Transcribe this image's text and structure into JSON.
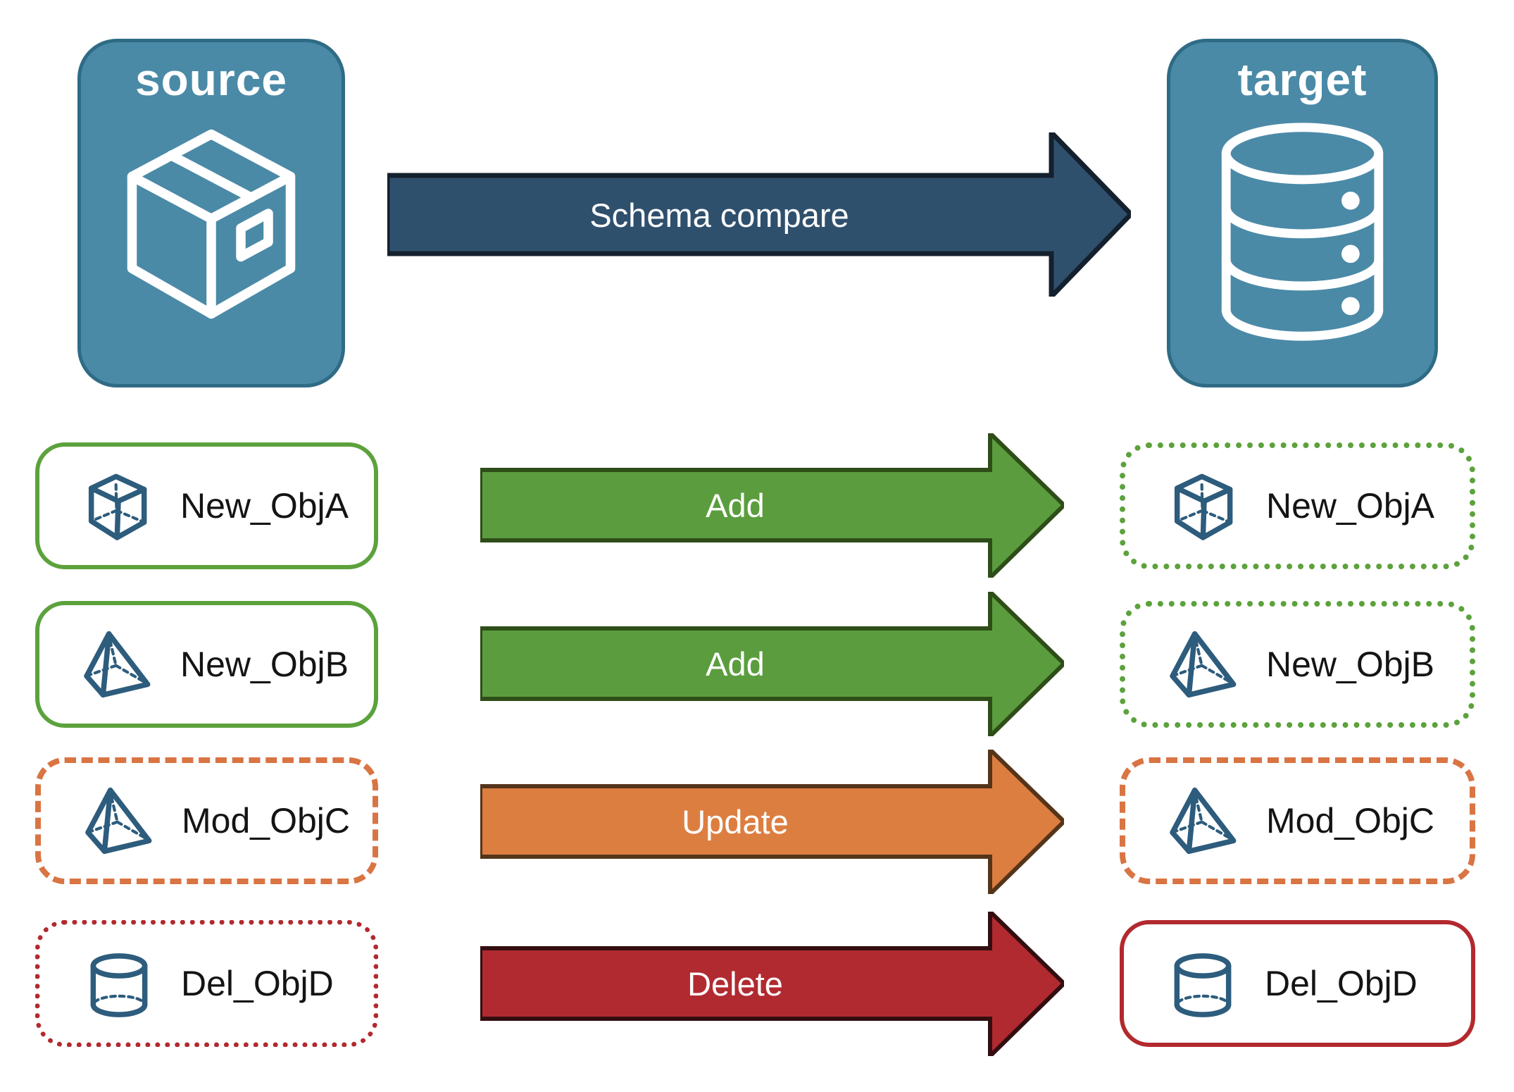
{
  "header": {
    "source": {
      "label": "source",
      "icon": "package-icon"
    },
    "target": {
      "label": "target",
      "icon": "database-icon"
    },
    "compare_arrow": {
      "label": "Schema compare"
    }
  },
  "rows": [
    {
      "source": {
        "label": "New_ObjA",
        "icon": "cube-icon",
        "border_style": "solid-green"
      },
      "action": {
        "label": "Add",
        "status": "add"
      },
      "target": {
        "label": "New_ObjA",
        "icon": "cube-icon",
        "border_style": "dotted-green"
      }
    },
    {
      "source": {
        "label": "New_ObjB",
        "icon": "pyramid-icon",
        "border_style": "solid-green"
      },
      "action": {
        "label": "Add",
        "status": "add"
      },
      "target": {
        "label": "New_ObjB",
        "icon": "pyramid-icon",
        "border_style": "dotted-green"
      }
    },
    {
      "source": {
        "label": "Mod_ObjC",
        "icon": "pyramid-icon",
        "border_style": "dashed-orange"
      },
      "action": {
        "label": "Update",
        "status": "update"
      },
      "target": {
        "label": "Mod_ObjC",
        "icon": "pyramid-icon",
        "border_style": "dashed-orange"
      }
    },
    {
      "source": {
        "label": "Del_ObjD",
        "icon": "cylinder-icon",
        "border_style": "dotted-red"
      },
      "action": {
        "label": "Delete",
        "status": "delete"
      },
      "target": {
        "label": "Del_ObjD",
        "icon": "cylinder-icon",
        "border_style": "solid-red"
      }
    }
  ],
  "colors": {
    "node_fill": "#4A8AA7",
    "node_border": "#2F6B85",
    "compare_arrow_fill": "#2F506D",
    "compare_arrow_border": "#14202D",
    "add_fill": "#5B9D3E",
    "add_border": "#2E4D18",
    "update_fill": "#DD7E41",
    "update_border": "#55351A",
    "delete_fill": "#B12A30",
    "delete_border": "#330E11",
    "green_outline": "#5CA23C",
    "orange_outline": "#D97443",
    "red_outline": "#B2292E",
    "shape_icon_color": "#2D5C7D",
    "white_icon_color": "#ffffff"
  }
}
